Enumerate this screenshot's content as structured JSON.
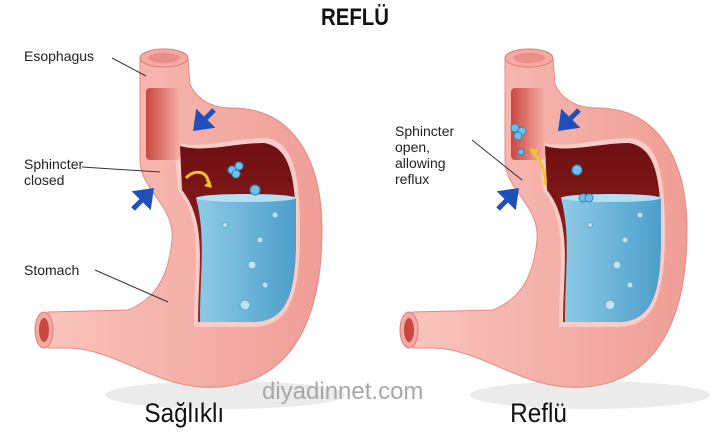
{
  "title": "REFLÜ",
  "left": {
    "caption": "Sağlıklı",
    "labels": {
      "esophagus": "Esophagus",
      "sphincter_l1": "Sphincter",
      "sphincter_l2": "closed",
      "stomach": "Stomach"
    }
  },
  "right": {
    "caption": "Reflü",
    "labels": {
      "l1": "Sphincter",
      "l2": "open,",
      "l3": "allowing",
      "l4": "reflux"
    }
  },
  "watermark": "diyadinnet.com",
  "colors": {
    "tissue": "#f4aaa2",
    "cavity": "#8b1a1a",
    "acid": "#6fb9dc",
    "arrow": "#1f4fb8"
  }
}
